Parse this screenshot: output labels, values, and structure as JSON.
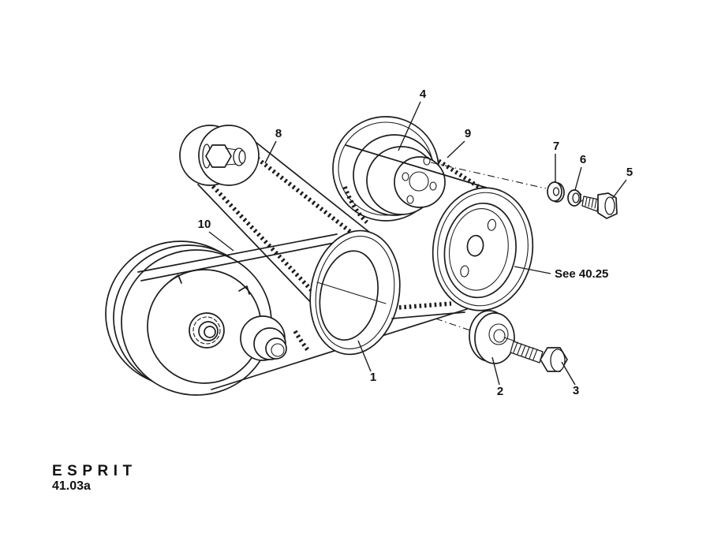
{
  "figure": {
    "brand": "ESPRIT",
    "number": "41.03a",
    "note": "See 40.25",
    "callouts": [
      {
        "label": "1"
      },
      {
        "label": "2"
      },
      {
        "label": "3"
      },
      {
        "label": "4"
      },
      {
        "label": "5"
      },
      {
        "label": "6"
      },
      {
        "label": "7"
      },
      {
        "label": "8"
      },
      {
        "label": "9"
      },
      {
        "label": "10"
      }
    ]
  },
  "colors": {
    "line": "#1d1d1d",
    "background": "#ffffff",
    "text": "#111111"
  }
}
